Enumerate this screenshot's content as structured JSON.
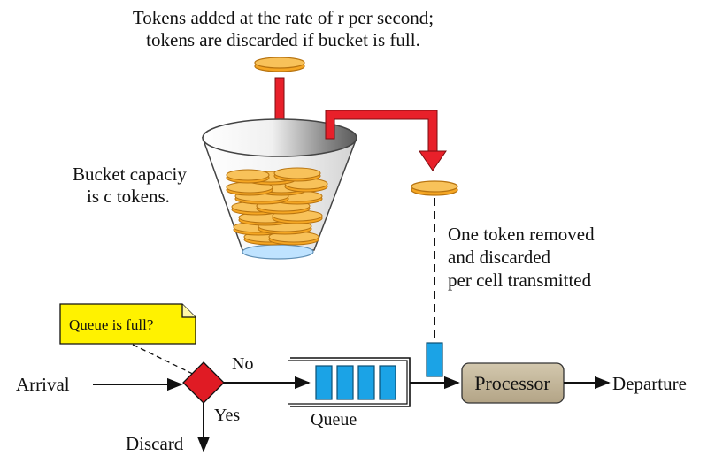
{
  "caption": {
    "line1": "Tokens added at the rate of r per second;",
    "line2": "tokens are discarded if bucket is full."
  },
  "bucket": {
    "line1": "Bucket capaciy",
    "line2": "is c tokens."
  },
  "removal": {
    "line1": "One token removed",
    "line2": "and discarded",
    "line3": "per cell transmitted"
  },
  "note": {
    "text": "Queue is full?"
  },
  "flow": {
    "arrival": "Arrival",
    "no": "No",
    "yes": "Yes",
    "discard": "Discard",
    "queue": "Queue",
    "processor": "Processor",
    "departure": "Departure"
  },
  "colors": {
    "arrow_red": "#e8202a",
    "token_fill": "#f5a623",
    "token_top": "#f8c25a",
    "token_edge": "#b87410",
    "decision": "#e01b24",
    "queue_cell": "#1ba3e6",
    "processor": "#c4b79c",
    "note_fill": "#fff200"
  }
}
